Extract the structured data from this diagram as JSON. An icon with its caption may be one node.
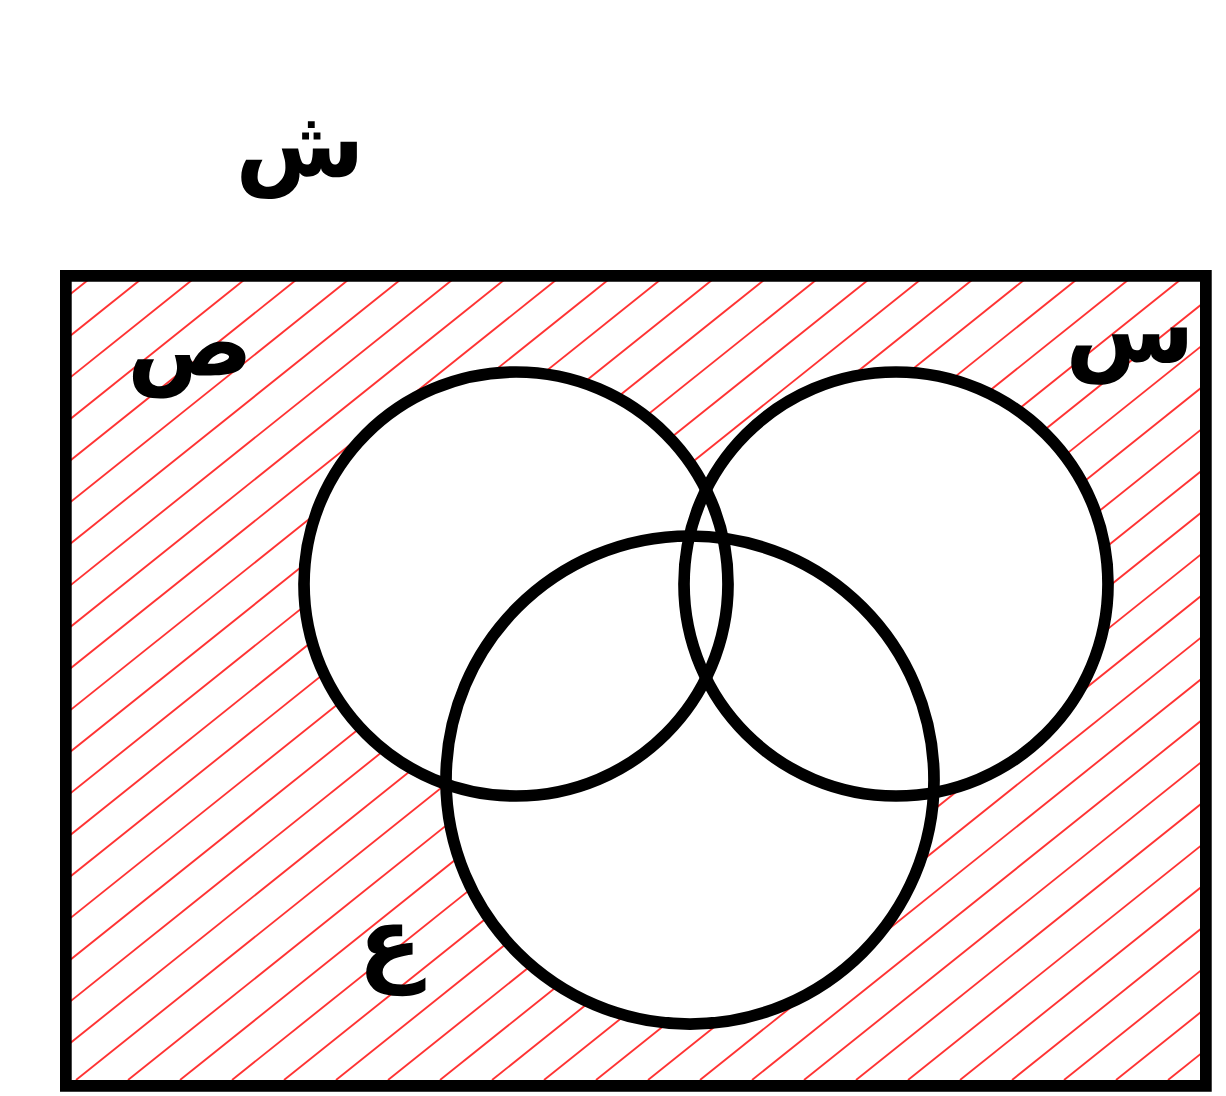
{
  "diagram": {
    "nodes": [
      {
        "text": [
          "ش"
        ]
      },
      {
        "text": [
          "ص"
        ],
        "in": 0
      },
      {
        "text": [
          "س"
        ],
        "in": 0
      },
      {
        "text": [
          "ع"
        ],
        "in": 0
      }
    ]
  }
}
